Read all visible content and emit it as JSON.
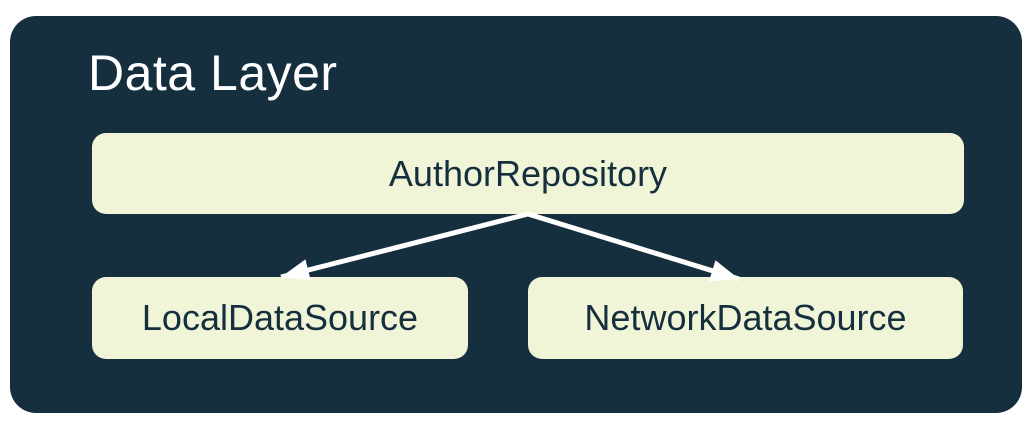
{
  "diagram": {
    "title": "Data Layer",
    "nodes": [
      {
        "id": "author-repository",
        "label": "AuthorRepository"
      },
      {
        "id": "local-data-source",
        "label": "LocalDataSource"
      },
      {
        "id": "network-data-source",
        "label": "NetworkDataSource"
      }
    ],
    "edges": [
      {
        "from": "AuthorRepository",
        "to": "LocalDataSource"
      },
      {
        "from": "AuthorRepository",
        "to": "NetworkDataSource"
      }
    ],
    "colors": {
      "page_background": "#FFFFFF",
      "container_background": "#162F3E",
      "node_background": "#F0F5D8",
      "node_text": "#162F3E",
      "title_text": "#FFFFFF",
      "arrow": "#FFFFFF"
    }
  }
}
